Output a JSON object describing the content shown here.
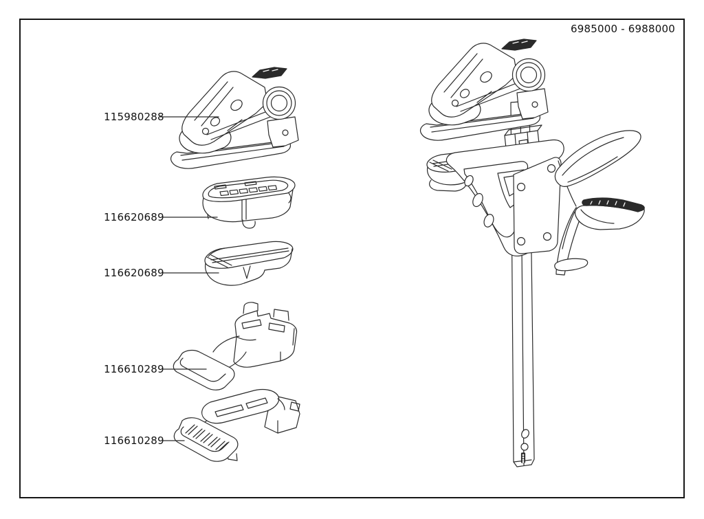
{
  "header": {
    "model_range": "6985000 - 6988000"
  },
  "parts": [
    {
      "number": "115980288",
      "drawing": "clamp-head-movable-jaw"
    },
    {
      "number": "116620689",
      "drawing": "jaw-pad-holder-tray"
    },
    {
      "number": "116620689",
      "drawing": "jaw-pressure-pad"
    },
    {
      "number": "116610289",
      "drawing": "jaw-bracket-flat-pad"
    },
    {
      "number": "116610289",
      "drawing": "jaw-bracket-ribbed-pad"
    }
  ],
  "assembly": {
    "drawing": "one-hand-bar-clamp-assembly"
  },
  "colors": {
    "line": "#2a2a2a",
    "frame": "#161616",
    "background": "#ffffff"
  }
}
